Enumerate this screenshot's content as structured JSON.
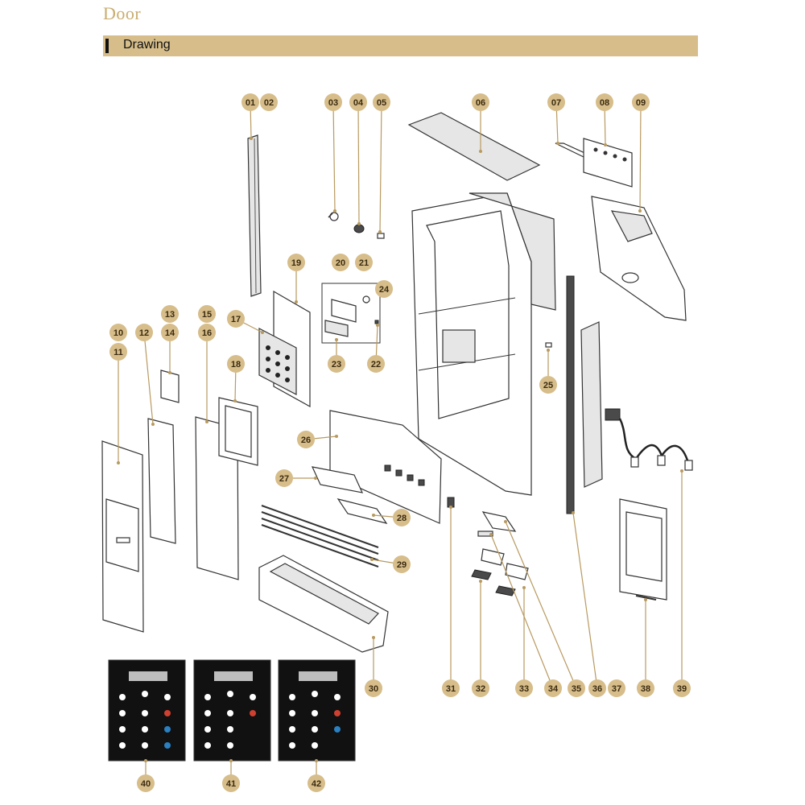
{
  "colors": {
    "accent": "#D6BD8A",
    "title": "#C9AC6E",
    "callout_fill": "#D6BD8A",
    "leader": "#B89A60"
  },
  "page": {
    "title": "Door"
  },
  "section": {
    "label": "Drawing"
  },
  "callouts": [
    {
      "id": "c01",
      "label": "01"
    },
    {
      "id": "c02",
      "label": "02"
    },
    {
      "id": "c03",
      "label": "03"
    },
    {
      "id": "c04",
      "label": "04"
    },
    {
      "id": "c05",
      "label": "05"
    },
    {
      "id": "c06",
      "label": "06"
    },
    {
      "id": "c07",
      "label": "07"
    },
    {
      "id": "c08",
      "label": "08"
    },
    {
      "id": "c09",
      "label": "09"
    },
    {
      "id": "c10",
      "label": "10"
    },
    {
      "id": "c11",
      "label": "11"
    },
    {
      "id": "c12",
      "label": "12"
    },
    {
      "id": "c13",
      "label": "13"
    },
    {
      "id": "c14",
      "label": "14"
    },
    {
      "id": "c15",
      "label": "15"
    },
    {
      "id": "c16",
      "label": "16"
    },
    {
      "id": "c17",
      "label": "17"
    },
    {
      "id": "c18",
      "label": "18"
    },
    {
      "id": "c19",
      "label": "19"
    },
    {
      "id": "c20",
      "label": "20"
    },
    {
      "id": "c21",
      "label": "21"
    },
    {
      "id": "c22",
      "label": "22"
    },
    {
      "id": "c23",
      "label": "23"
    },
    {
      "id": "c24",
      "label": "24"
    },
    {
      "id": "c25",
      "label": "25"
    },
    {
      "id": "c26",
      "label": "26"
    },
    {
      "id": "c27",
      "label": "27"
    },
    {
      "id": "c28",
      "label": "28"
    },
    {
      "id": "c29",
      "label": "29"
    },
    {
      "id": "c30",
      "label": "30"
    },
    {
      "id": "c31",
      "label": "31"
    },
    {
      "id": "c32",
      "label": "32"
    },
    {
      "id": "c33",
      "label": "33"
    },
    {
      "id": "c34",
      "label": "34"
    },
    {
      "id": "c35",
      "label": "35"
    },
    {
      "id": "c36",
      "label": "36"
    },
    {
      "id": "c37",
      "label": "37"
    },
    {
      "id": "c38",
      "label": "38"
    },
    {
      "id": "c39",
      "label": "39"
    },
    {
      "id": "c40",
      "label": "40"
    },
    {
      "id": "c41",
      "label": "41"
    },
    {
      "id": "c42",
      "label": "42"
    }
  ]
}
